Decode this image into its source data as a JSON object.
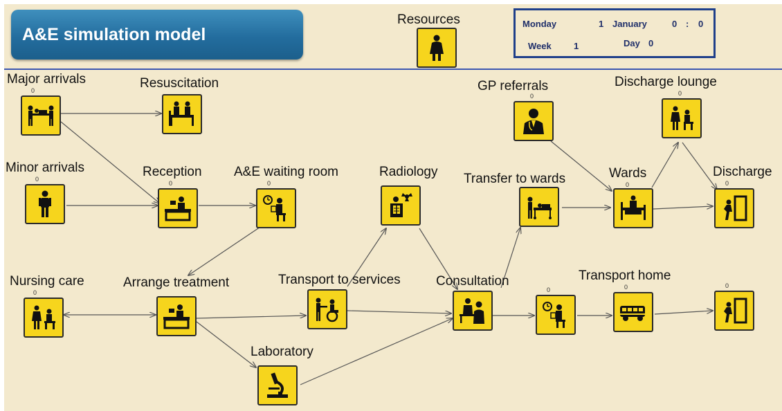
{
  "title": "A&E simulation model",
  "resources": {
    "label": "Resources"
  },
  "calendar": {
    "day_name": "Monday",
    "date_day": "1",
    "month": "January",
    "time_hours": "0",
    "time_sep": ":",
    "time_minutes": "0",
    "week_label": "Week",
    "week_value": "1",
    "day_label": "Day",
    "day_value": "0"
  },
  "nodes": {
    "major_arrivals": {
      "label": "Major arrivals",
      "count": "0",
      "icon": "stretcher-icon"
    },
    "resuscitation": {
      "label": "Resuscitation",
      "count": "",
      "icon": "resuscitation-bed-icon"
    },
    "minor_arrivals": {
      "label": "Minor arrivals",
      "count": "0",
      "icon": "person-icon"
    },
    "reception": {
      "label": "Reception",
      "count": "0",
      "icon": "reception-desk-icon"
    },
    "waiting_room": {
      "label": "A&E waiting room",
      "count": "0",
      "icon": "waiting-room-icon"
    },
    "radiology": {
      "label": "Radiology",
      "count": "",
      "icon": "radiology-icon"
    },
    "transfer_to_wards": {
      "label": "Transfer to wards",
      "count": "",
      "icon": "patient-transfer-icon"
    },
    "wards": {
      "label": "Wards",
      "count": "0",
      "icon": "ward-bed-icon"
    },
    "gp_referrals": {
      "label": "GP referrals",
      "count": "0",
      "icon": "doctor-icon"
    },
    "discharge_lounge": {
      "label": "Discharge lounge",
      "count": "0",
      "icon": "discharge-lounge-icon"
    },
    "discharge": {
      "label": "Discharge",
      "count": "0",
      "icon": "exit-door-icon"
    },
    "nursing_care": {
      "label": "Nursing care",
      "count": "0",
      "icon": "nursing-care-icon"
    },
    "arrange_treatment": {
      "label": "Arrange treatment",
      "count": "",
      "icon": "treatment-desk-icon"
    },
    "transport_to_services": {
      "label": "Transport to services",
      "count": "",
      "icon": "wheelchair-icon"
    },
    "consultation": {
      "label": "Consultation",
      "count": "",
      "icon": "consultation-icon"
    },
    "consult_waiting": {
      "label": "",
      "count": "0",
      "icon": "waiting-room-icon"
    },
    "transport_home": {
      "label": "Transport home",
      "count": "0",
      "icon": "ambulance-icon"
    },
    "home_exit": {
      "label": "",
      "count": "0",
      "icon": "exit-door-icon"
    },
    "laboratory": {
      "label": "Laboratory",
      "count": "",
      "icon": "microscope-icon"
    }
  },
  "colors": {
    "background": "#f3e9cd",
    "node_fill": "#f6d51d",
    "banner": "#236d9e",
    "divider": "#3b56b0",
    "calendar_text": "#1f2f6a"
  }
}
